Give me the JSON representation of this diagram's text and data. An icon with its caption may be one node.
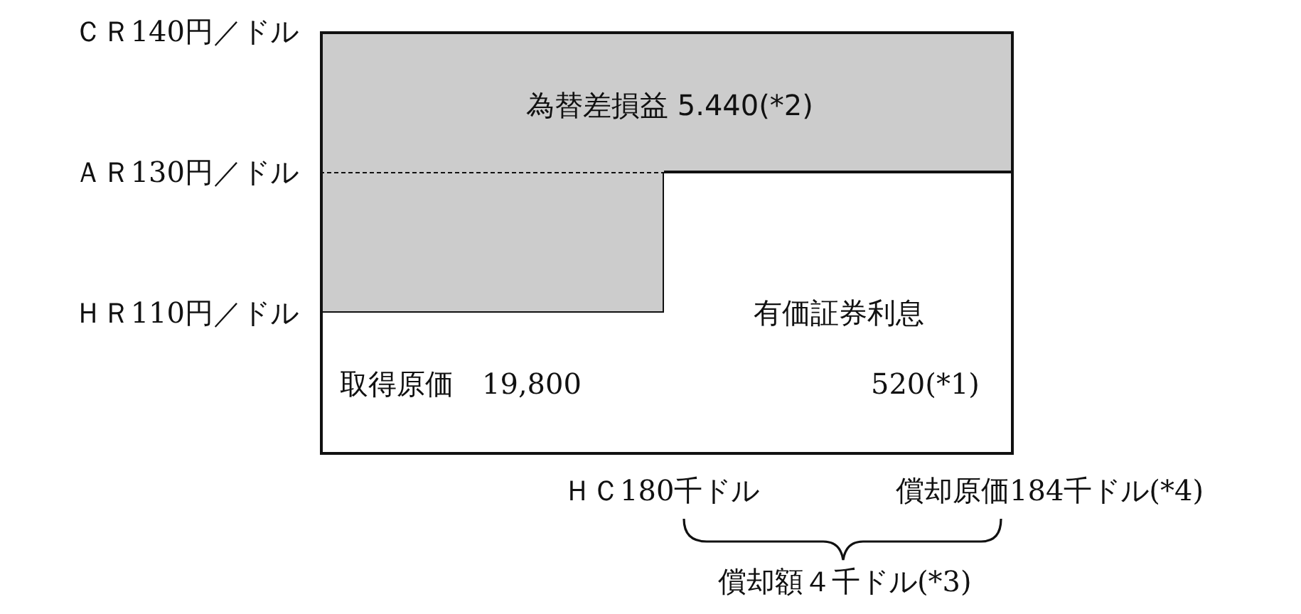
{
  "diagram": {
    "nodes": [
      {
        "text": [
          "為替差損益 5.440(*2)"
        ]
      },
      {
        "text": [],
        "shape": "box"
      },
      {
        "text": [
          "取得原価　19,800"
        ]
      },
      {
        "text": [
          "有価証券利息",
          "520(*1)"
        ]
      }
    ],
    "labels": [
      "ＣＲ140円／ドル",
      "ＡＲ130円／ドル",
      "ＨＲ110円／ドル",
      "ＨＣ180千ドル",
      "償却原価184千ドル(*4)",
      "償却額４千ドル(*3)"
    ]
  }
}
